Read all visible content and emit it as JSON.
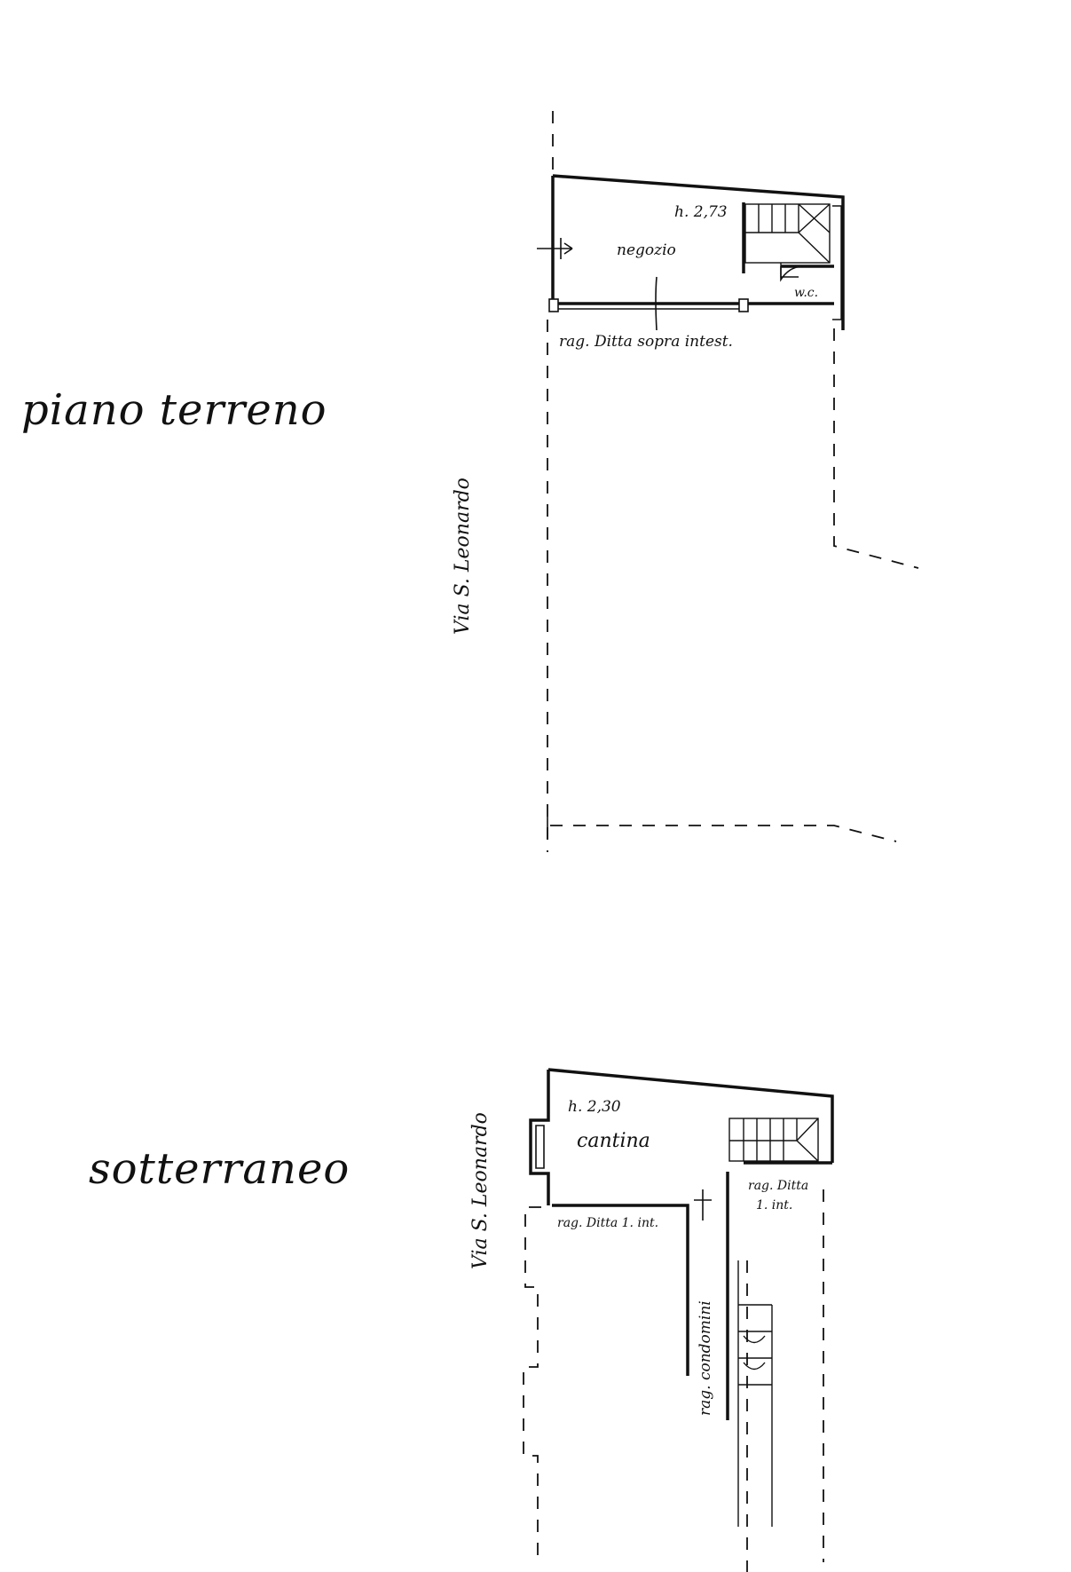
{
  "floors": {
    "ground": {
      "title": "piano terreno",
      "street": "Via S. Leonardo",
      "rooms": {
        "shop": "negozio",
        "height": "h. 2,73",
        "wc": "w.c.",
        "note": "rag. Ditta sopra intest."
      }
    },
    "basement": {
      "title": "sotterraneo",
      "street": "Via S. Leonardo",
      "rooms": {
        "height": "h. 2,30",
        "cellar": "cantina",
        "note_left": "rag. Ditta 1. int.",
        "note_right_1": "rag. Ditta",
        "note_right_2": "1. int.",
        "condo": "rag. condomini"
      }
    }
  }
}
